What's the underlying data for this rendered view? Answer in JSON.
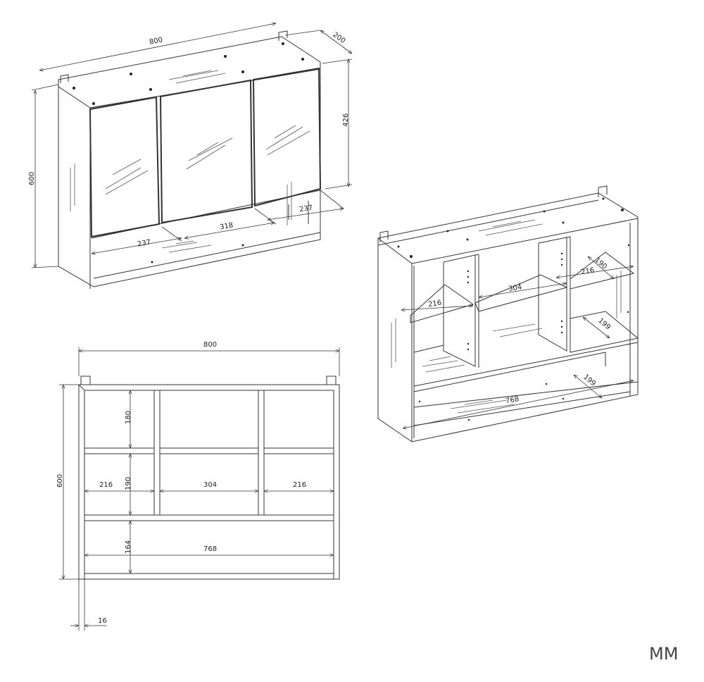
{
  "unit_label": "MM",
  "closed_view": {
    "width": "800",
    "depth": "200",
    "height": "600",
    "door_height": "426",
    "open_shelf_left": "237",
    "open_shelf_mid": "318",
    "open_shelf_right": "237"
  },
  "open_view": {
    "shelf_left": "216",
    "shelf_mid": "304",
    "shelf_right": "216",
    "shelf_depth_top": "190",
    "shelf_depth_mid": "199",
    "bottom_depth": "199",
    "bottom_width": "768"
  },
  "front_view": {
    "width": "800",
    "height": "600",
    "top_comp_h": "180",
    "mid_comp_h": "190",
    "bottom_comp_h": "164",
    "comp_left_w": "216",
    "comp_mid_w": "304",
    "comp_right_w": "216",
    "bottom_w": "768",
    "panel_t": "16"
  }
}
